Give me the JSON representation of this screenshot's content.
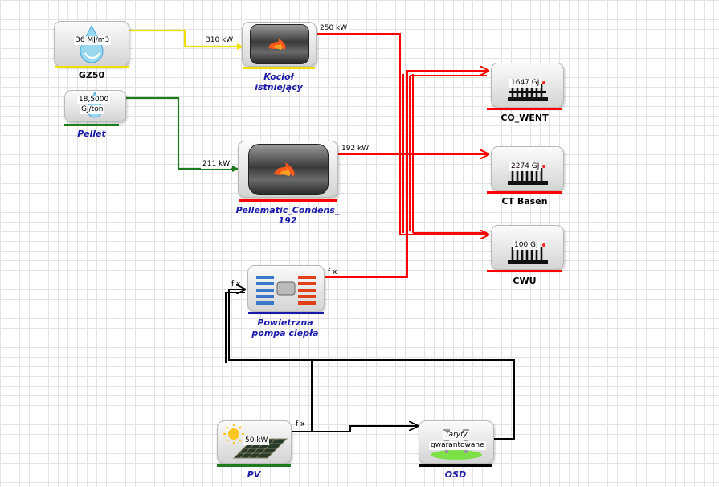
{
  "colors": {
    "gas": "#f0e000",
    "pellet": "#1e7a1e",
    "heat": "#ff0000",
    "electric": "#000000",
    "source_label": "#1a1aa8"
  },
  "nodes": {
    "gz50": {
      "name": "GZ50",
      "value": "36 MJ/m3",
      "icon": "water-drop-icon"
    },
    "pellet": {
      "name": "Pellet",
      "value_line1": "18,5000",
      "value_line2": "GJ/ton",
      "icon": "water-drop-icon"
    },
    "kociol": {
      "name_line1": "Kocioł",
      "name_line2": "istniejący",
      "icon": "boiler-icon"
    },
    "pellematic": {
      "name_line1": "Pellematic_Condens_",
      "name_line2": "192",
      "icon": "boiler-icon"
    },
    "pompa": {
      "name_line1": "Powietrzna",
      "name_line2": "pompa ciepła",
      "icon": "heat-pump-icon"
    },
    "pv": {
      "name": "PV",
      "value": "50 kW",
      "icon": "solar-panel-icon"
    },
    "osd": {
      "name": "OSD",
      "value_line1": "Taryfy",
      "value_line2": "gwarantowane",
      "icon": "power-grid-icon"
    },
    "co_went": {
      "name": "CO_WENT",
      "value": "1647 GJ",
      "icon": "radiator-icon"
    },
    "ct_basen": {
      "name": "CT Basen",
      "value": "2274 GJ",
      "icon": "radiator-icon"
    },
    "cwu": {
      "name": "CWU",
      "value": "100 GJ",
      "icon": "radiator-icon"
    }
  },
  "flows": {
    "gz50_to_kociol": "310 kW",
    "kociol_out": "250 kW",
    "pellet_to_pellematic": "211 kW",
    "pellematic_out": "192 kW",
    "pompa_out": "f x",
    "pompa_in": "f x",
    "pv_out": "f x"
  }
}
